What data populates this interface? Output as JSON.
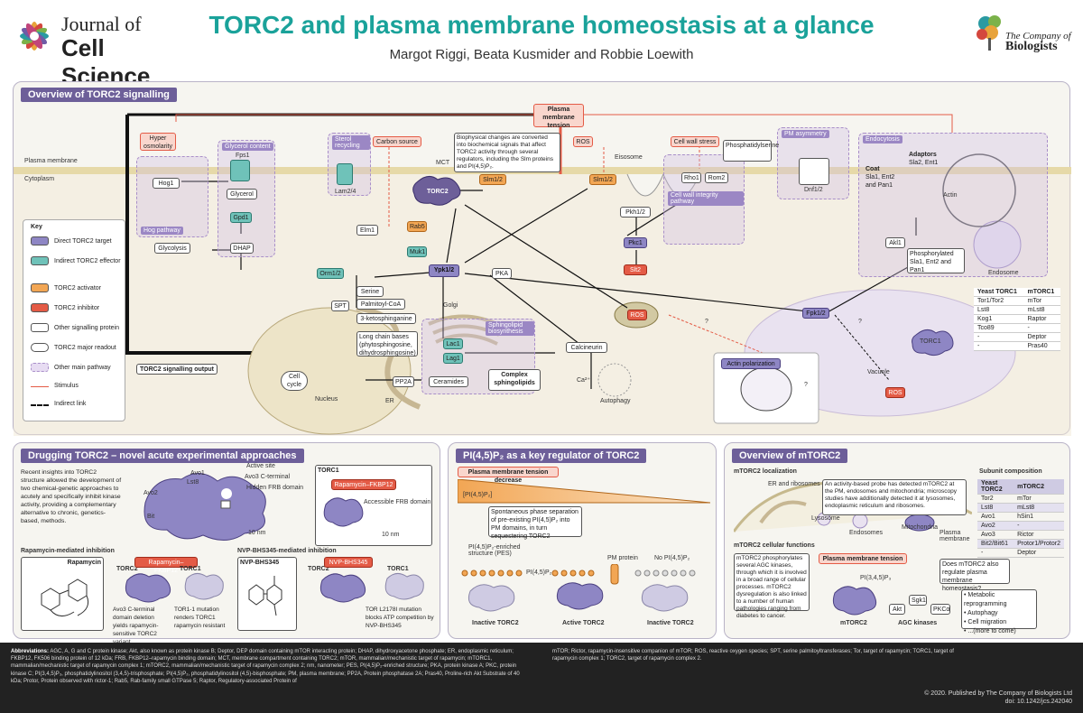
{
  "header": {
    "title": "TORC2 and plasma membrane homeostasis at a glance",
    "authors": "Margot Riggi, Beata Kusmider and Robbie Loewith",
    "journal_line1": "Journal of",
    "journal_line2": "Cell Science",
    "publisher_line1": "The Company of",
    "publisher_line2": "Biologists"
  },
  "overview": {
    "heading": "Overview of TORC2 signalling",
    "plasma_membrane_tension": "Plasma membrane tension",
    "plasma_membrane": "Plasma membrane",
    "cytoplasm": "Cytoplasm",
    "hyperosmolarity": "Hyper osmolarity",
    "glycerol_content": "Glycerol content",
    "sterol_recycling": "Sterol recycling",
    "carbon_source": "Carbon source",
    "ros": "ROS",
    "cell_wall_stress": "Cell wall stress",
    "pm_asymmetry": "PM asymmetry",
    "endocytosis": "Endocytosis",
    "biophysical_note": "Biophysical changes are converted into biochemical signals that affect TORC2 activity through several regulators, including the Slm proteins and PI(4,5)P₂.",
    "mct": "MCT",
    "eisosome": "Eisosome",
    "phosphatidylserine": "Phosphatidylserine",
    "fps1": "Fps1",
    "hog1": "Hog1",
    "glycerol": "Glycerol",
    "gpd1": "Gpd1",
    "hog_pathway": "Hog pathway",
    "glycolysis": "Glycolysis",
    "dhap": "DHAP",
    "lam24": "Lam2/4",
    "torc2": "TORC2",
    "slm12_a": "Slm1/2",
    "slm12_b": "Slm1/2",
    "rho1": "Rho1",
    "rom2": "Rom2",
    "cell_wall_integrity": "Cell wall integrity pathway",
    "dnf12": "Dnf1/2",
    "coat": "Coat",
    "coat_detail": "Sla1, Ent2 and Pan1",
    "adaptors": "Adaptors",
    "adaptors_detail": "Sla2, Ent1",
    "actin": "Actin",
    "elm1": "Elm1",
    "rab5": "Rab5",
    "muk1": "Muk1",
    "pkh12": "Pkh1/2",
    "pkc1": "Pkc1",
    "slt2": "Slt2",
    "akl1": "Akl1",
    "endosome": "Endosome",
    "phosphorylated": "Phosphorylated Sla1, Ent2 and Pan1",
    "orm12": "Orm1/2",
    "ypk12": "Ypk1/2",
    "pka": "PKA",
    "spt": "SPT",
    "serine": "Serine",
    "palmitoyl_coa": "Palmitoyl-CoA",
    "ketosphinganine": "3-ketosphinganine",
    "long_chain": "Long chain bases (phytosphingosine, dihydrosphingosine)",
    "golgi": "Golgi",
    "sphingolipid_biosynthesis": "Sphingolipid biosynthesis",
    "lac1": "Lac1",
    "lag1": "Lag1",
    "ros2": "ROS",
    "calcineurin": "Calcineurin",
    "ca": "Ca²⁺",
    "fpk12": "Fpk1/2",
    "torc2_output": "TORC2 signalling output",
    "cell_cycle": "Cell cycle",
    "nucleus": "Nucleus",
    "er": "ER",
    "pp2a": "PP2A",
    "ceramides": "Ceramides",
    "complex_sphingolipids": "Complex sphingolipids",
    "autophagy": "Autophagy",
    "actin_polarization": "Actin polarization",
    "ros3": "ROS",
    "vacuole": "Vacuole",
    "torc1": "TORC1",
    "q_mark": "?"
  },
  "key": {
    "title": "Key",
    "rows": [
      {
        "label": "Direct TORC2 target",
        "color": "#8e86c4"
      },
      {
        "label": "Indirect TORC2 effector",
        "color": "#6fc2b9"
      },
      {
        "label": "TORC2 activator",
        "color": "#f2a654"
      },
      {
        "label": "TORC2 inhibitor",
        "color": "#e45b46"
      },
      {
        "label": "Other signalling protein",
        "color": "#ffffff"
      },
      {
        "label": "TORC2 major readout",
        "color": "#ffffff"
      },
      {
        "label": "Other main pathway",
        "color": "#e7dcf2"
      },
      {
        "label": "Stimulus",
        "color": ""
      },
      {
        "label": "Indirect link",
        "color": ""
      }
    ]
  },
  "yeast_table": {
    "headers": [
      "Yeast TORC1",
      "mTORC1"
    ],
    "rows": [
      [
        "Tor1/Tor2",
        "mTor"
      ],
      [
        "Lst8",
        "mLst8"
      ],
      [
        "Kog1",
        "Raptor"
      ],
      [
        "Tco89",
        "-"
      ],
      [
        "-",
        "Deptor"
      ],
      [
        "-",
        "Pras40"
      ]
    ]
  },
  "drugging": {
    "heading": "Drugging TORC2 – novel acute experimental approaches",
    "intro": "Recent insights into TORC2 structure allowed the development of two chemical-genetic approaches to acutely and specifically inhibit kinase activity, providing a complementary alternative to chronic, genetics-based, methods.",
    "avo1": "Avo1",
    "lst8": "Lst8",
    "avo2": "Avo2",
    "bit": "Bit",
    "avo3": "Avo3 C-terminal",
    "active_site": "Active site",
    "hidden_frb": "Hidden FRB domain",
    "torc1": "TORC1",
    "rapamycin_fkbp12": "Rapamycin–FKBP12",
    "accessible_frb": "Accessible FRB domain",
    "scale": "10 nm",
    "rap_inhibition": "Rapamycin-mediated inhibition",
    "rapamycin": "Rapamycin",
    "torc2": "TORC2",
    "torc1b": "TORC1",
    "avo3_note": "Avo3 C-terminal domain deletion yields rapamycin-sensitive TORC2 variant",
    "tor1_note": "TOR1-1 mutation renders TORC1 rapamycin resistant",
    "nvp_inhibition": "NVP-BHS345-mediated inhibition",
    "nvp": "NVP-BHS345",
    "nvp_note": "TOR L2178I mutation blocks ATP competition by NVP-BHS345"
  },
  "pip2": {
    "heading": "PI(4,5)P₂ as a key regulator of TORC2",
    "tension_decrease": "Plasma membrane tension decrease",
    "pip2_label": "[PI(4,5)P₂]",
    "note": "Spontaneous phase separation of pre-existing PI(4,5)P₂ into PM domains, in turn sequestering TORC2",
    "pes": "PI(4,5)P₂-enriched structure (PES)",
    "pm_protein": "PM protein",
    "no_pip2": "No PI(4,5)P₂",
    "pip2_short": "PI(4,5)P₂",
    "inactive1": "Inactive TORC2",
    "active": "Active TORC2",
    "inactive2": "Inactive TORC2"
  },
  "mtorc2": {
    "heading": "Overview of mTORC2",
    "localization": "mTORC2 localization",
    "er_ribosomes": "ER and ribosomes",
    "loc_note": "An activity-based probe has detected mTORC2 at the PM, endosomes and mitochondria; microscopy studies have additionally detected it at lysosomes, endoplasmic reticulum and ribosomes.",
    "lysosome": "Lysosome",
    "endosomes": "Endosomes",
    "mitochondria": "Mitochondria",
    "plasma_membrane": "Plasma membrane",
    "functions": "mTORC2 cellular functions",
    "func_note": "mTORC2 phosphorylates several AGC kinases, through which it is involved in a broad range of cellular processes. mTORC2 dysregulation is also linked to a number of human pathologies ranging from diabetes to cancer.",
    "pm_tension": "Plasma membrane tension",
    "question": "Does mTORC2 also regulate plasma membrane homeostasis?",
    "pip3": "PI(3,4,5)P₃",
    "mtorc2": "mTORC2",
    "akt": "Akt",
    "sgk1": "Sgk1",
    "pkca": "PKCα",
    "agc": "AGC kinases",
    "outcomes": [
      "Metabolic reprogramming",
      "Autophagy",
      "Cell migration",
      "...(more to come)"
    ],
    "subunit_title": "Subunit composition",
    "sub_headers": [
      "Yeast TORC2",
      "mTORC2"
    ],
    "sub_rows": [
      [
        "Tor2",
        "mTor"
      ],
      [
        "Lst8",
        "mLst8"
      ],
      [
        "Avo1",
        "hSin1"
      ],
      [
        "Avo2",
        "-"
      ],
      [
        "Avo3",
        "Rictor"
      ],
      [
        "Bit2/Bit61",
        "Protor1/Protor2"
      ],
      [
        "-",
        "Deptor"
      ]
    ]
  },
  "footer": {
    "abbr_title": "Abbreviations:",
    "abbr_text": "AGC, A, G and C protein kinase; Akt, also known as protein kinase B; Deptor, DEP domain containing mTOR interacting protein; DHAP, dihydroxyacetone phosphate; ER, endoplasmic reticulum; FKBP12, FK506 binding protein of 12 kDa; FRB, FKBP12–rapamycin binding domain; MCT, membrane compartment containing TORC2; mTOR, mammalian/mechanistic target of rapamycin; mTORC1, mammalian/mechanistic target of rapamycin complex 1; mTORC2, mammalian/mechanistic target of rapamycin complex 2; nm, nanometer; PES, PI(4,5)P₂-enriched structure; PKA, protein kinase A; PKC, protein kinase C; PI(3,4,5)P₃, phosphatidylinositol (3,4,5)-trisphosphate; PI(4,5)P₂, phosphatidylinositol (4,5)-bisphosphate; PM, plasma membrane; PP2A, Protein phosphatase 2A; Pras40, Proline-rich Akt Substrate of 40 kDa; Protor, Protein observed with rictor-1; Rab5, Rab-family small GTPase 5; Raptor, Regulatory-associated Protein of",
    "abbr_text2": "mTOR; Rictor, rapamycin-insensitive companion of mTOR; ROS, reactive oxygen species; SPT, serine palmitoyltransferases; Tor, target of rapamycin; TORC1, target of rapamycin complex 1; TORC2, target of rapamycin complex 2.",
    "copyright": "© 2020. Published by The Company of Biologists Ltd",
    "doi": "doi: 10.1242/jcs.242040"
  }
}
